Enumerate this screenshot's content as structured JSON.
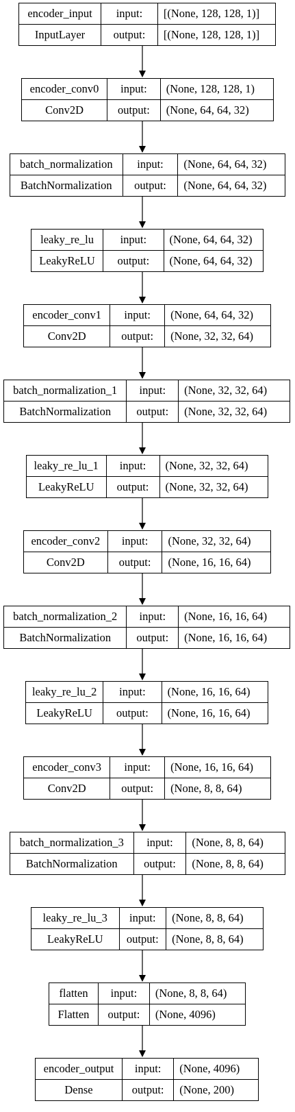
{
  "diagram": {
    "type": "keras-model-plot",
    "input_label": "input:",
    "output_label": "output:",
    "layers": [
      {
        "name": "encoder_input",
        "class": "InputLayer",
        "input": "[(None, 128, 128, 1)]",
        "output": "[(None, 128, 128, 1)]"
      },
      {
        "name": "encoder_conv0",
        "class": "Conv2D",
        "input": "(None, 128, 128, 1)",
        "output": "(None, 64, 64, 32)"
      },
      {
        "name": "batch_normalization",
        "class": "BatchNormalization",
        "input": "(None, 64, 64, 32)",
        "output": "(None, 64, 64, 32)"
      },
      {
        "name": "leaky_re_lu",
        "class": "LeakyReLU",
        "input": "(None, 64, 64, 32)",
        "output": "(None, 64, 64, 32)"
      },
      {
        "name": "encoder_conv1",
        "class": "Conv2D",
        "input": "(None, 64, 64, 32)",
        "output": "(None, 32, 32, 64)"
      },
      {
        "name": "batch_normalization_1",
        "class": "BatchNormalization",
        "input": "(None, 32, 32, 64)",
        "output": "(None, 32, 32, 64)"
      },
      {
        "name": "leaky_re_lu_1",
        "class": "LeakyReLU",
        "input": "(None, 32, 32, 64)",
        "output": "(None, 32, 32, 64)"
      },
      {
        "name": "encoder_conv2",
        "class": "Conv2D",
        "input": "(None, 32, 32, 64)",
        "output": "(None, 16, 16, 64)"
      },
      {
        "name": "batch_normalization_2",
        "class": "BatchNormalization",
        "input": "(None, 16, 16, 64)",
        "output": "(None, 16, 16, 64)"
      },
      {
        "name": "leaky_re_lu_2",
        "class": "LeakyReLU",
        "input": "(None, 16, 16, 64)",
        "output": "(None, 16, 16, 64)"
      },
      {
        "name": "encoder_conv3",
        "class": "Conv2D",
        "input": "(None, 16, 16, 64)",
        "output": "(None, 8, 8, 64)"
      },
      {
        "name": "batch_normalization_3",
        "class": "BatchNormalization",
        "input": "(None, 8, 8, 64)",
        "output": "(None, 8, 8, 64)"
      },
      {
        "name": "leaky_re_lu_3",
        "class": "LeakyReLU",
        "input": "(None, 8, 8, 64)",
        "output": "(None, 8, 8, 64)"
      },
      {
        "name": "flatten",
        "class": "Flatten",
        "input": "(None, 8, 8, 64)",
        "output": "(None, 4096)"
      },
      {
        "name": "encoder_output",
        "class": "Dense",
        "input": "(None, 4096)",
        "output": "(None, 200)"
      }
    ]
  }
}
